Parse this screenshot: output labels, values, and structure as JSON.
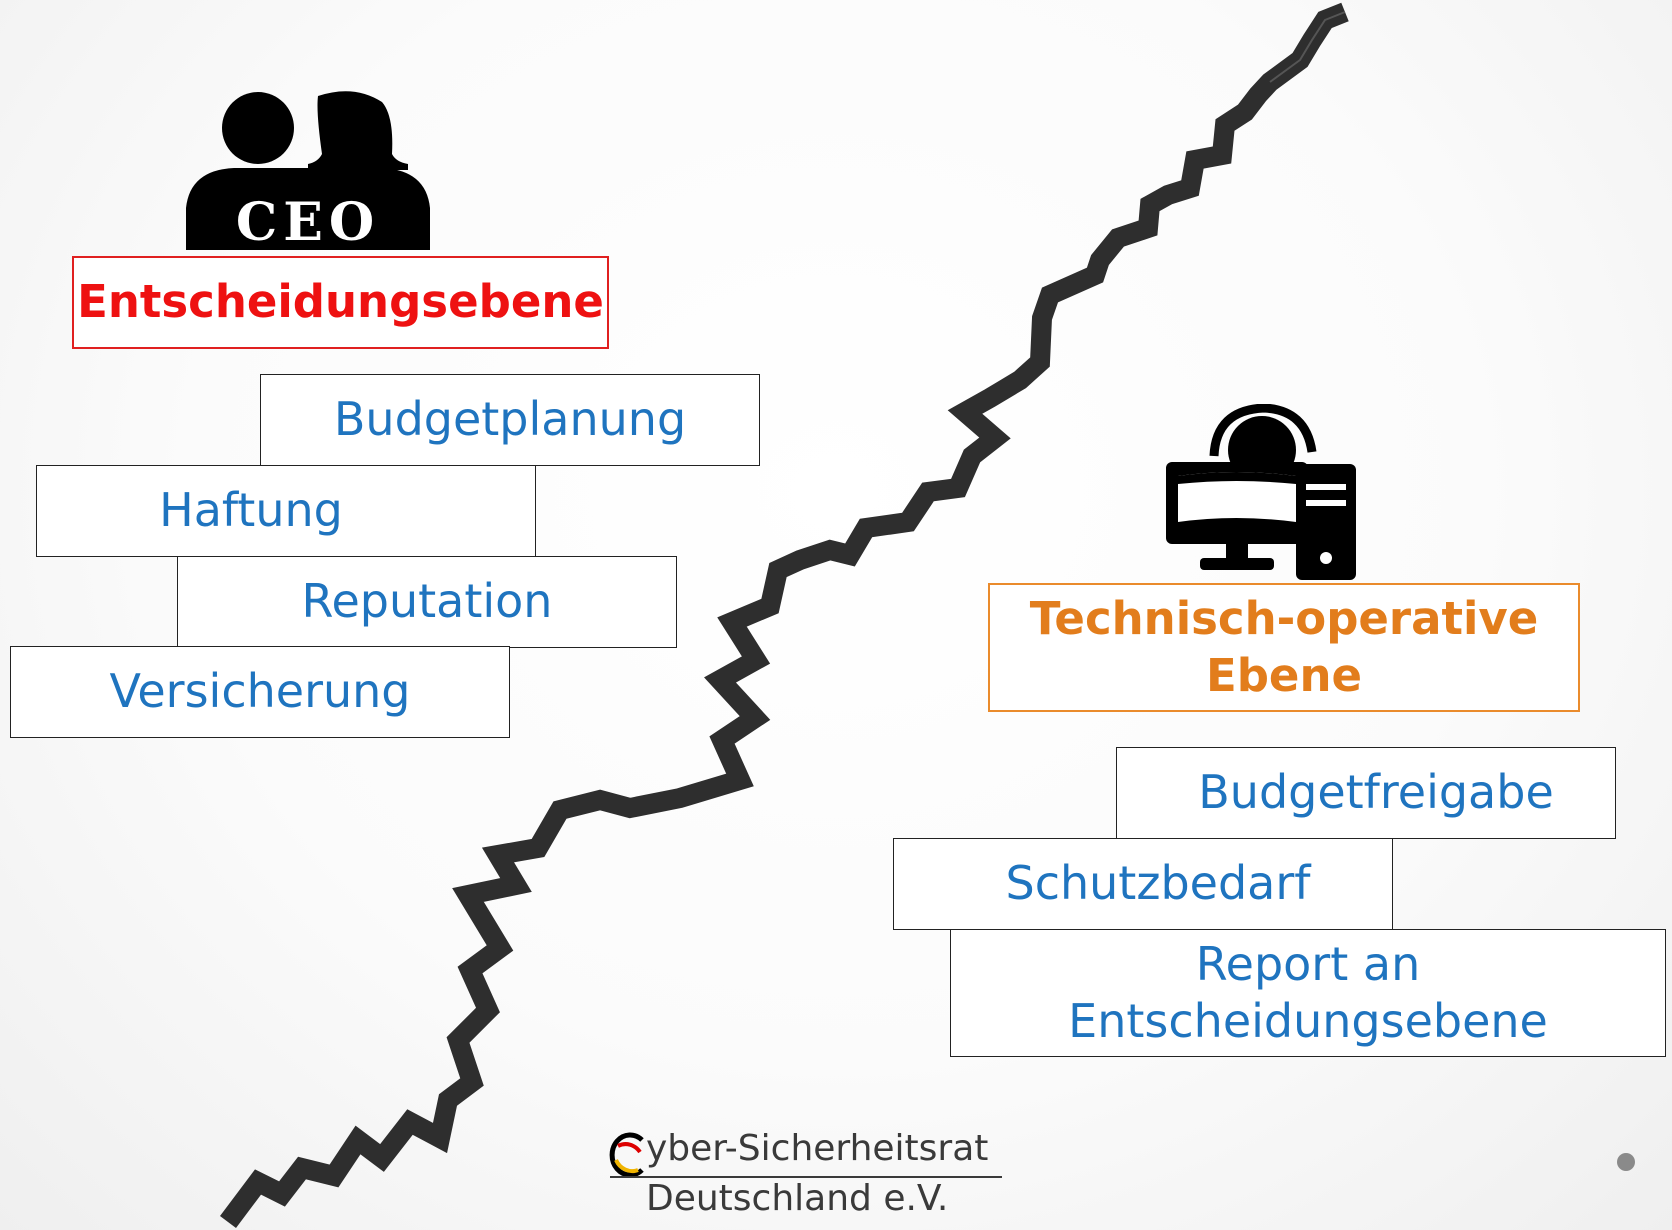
{
  "decision_level": {
    "icon": "ceo-couple-icon",
    "icon_text": "CEO",
    "title": "Entscheidungsebene",
    "color": "#ee1111",
    "items": [
      "Budgetplanung",
      "Haftung",
      "Reputation",
      "Versicherung"
    ]
  },
  "technical_level": {
    "icon": "it-technician-computer-icon",
    "title_line1": "Technisch-operative",
    "title_line2": "Ebene",
    "color": "#e27d1c",
    "items": [
      "Budgetfreigabe",
      "Schutzbedarf"
    ],
    "report_line1": "Report an",
    "report_line2": "Entscheidungsebene"
  },
  "item_text_color": "#1f74bf",
  "divider": "crack",
  "footer": {
    "logo_line1": "yber-Sicherheitsrat",
    "logo_line2": "Deutschland e.V."
  }
}
